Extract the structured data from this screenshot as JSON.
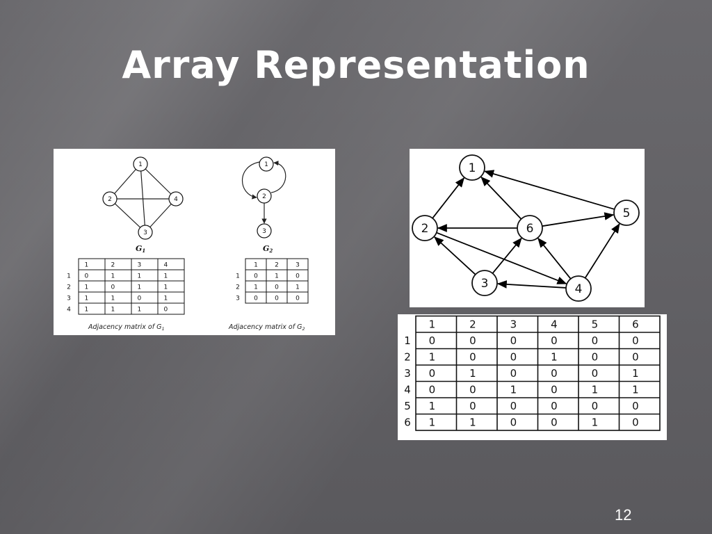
{
  "slide": {
    "title": "Array Representation",
    "page_number": "12"
  },
  "figure1": {
    "g1_label": "G",
    "g1_sub": "1",
    "g2_label": "G",
    "g2_sub": "2",
    "caption1_text": "Adjacency matrix of G",
    "caption1_sub": "1",
    "caption2_text": "Adjacency matrix of G",
    "caption2_sub": "2",
    "g1": {
      "nodes": [
        "1",
        "2",
        "3",
        "4"
      ],
      "edges": [
        [
          "1",
          "2"
        ],
        [
          "1",
          "3"
        ],
        [
          "1",
          "4"
        ],
        [
          "2",
          "3"
        ],
        [
          "2",
          "4"
        ],
        [
          "3",
          "4"
        ]
      ]
    },
    "g2": {
      "nodes": [
        "1",
        "2",
        "3"
      ],
      "edges": [
        [
          "1",
          "2"
        ],
        [
          "2",
          "1"
        ],
        [
          "2",
          "3"
        ]
      ]
    },
    "matrix1": {
      "col_headers": [
        "1",
        "2",
        "3",
        "4"
      ],
      "row_headers": [
        "1",
        "2",
        "3",
        "4"
      ],
      "rows": [
        [
          "0",
          "1",
          "1",
          "1"
        ],
        [
          "1",
          "0",
          "1",
          "1"
        ],
        [
          "1",
          "1",
          "0",
          "1"
        ],
        [
          "1",
          "1",
          "1",
          "0"
        ]
      ]
    },
    "matrix2": {
      "col_headers": [
        "1",
        "2",
        "3"
      ],
      "row_headers": [
        "1",
        "2",
        "3"
      ],
      "rows": [
        [
          "0",
          "1",
          "0"
        ],
        [
          "1",
          "0",
          "1"
        ],
        [
          "0",
          "0",
          "0"
        ]
      ]
    }
  },
  "figure2": {
    "nodes": [
      "1",
      "2",
      "3",
      "4",
      "5",
      "6"
    ],
    "edges": [
      [
        "2",
        "1"
      ],
      [
        "6",
        "1"
      ],
      [
        "5",
        "1"
      ],
      [
        "6",
        "2"
      ],
      [
        "6",
        "5"
      ],
      [
        "3",
        "2"
      ],
      [
        "3",
        "6"
      ],
      [
        "2",
        "4"
      ],
      [
        "4",
        "3"
      ],
      [
        "4",
        "6"
      ],
      [
        "4",
        "5"
      ]
    ]
  },
  "figure3": {
    "matrix": {
      "col_headers": [
        "1",
        "2",
        "3",
        "4",
        "5",
        "6"
      ],
      "row_headers": [
        "1",
        "2",
        "3",
        "4",
        "5",
        "6"
      ],
      "rows": [
        [
          "0",
          "0",
          "0",
          "0",
          "0",
          "0"
        ],
        [
          "1",
          "0",
          "0",
          "1",
          "0",
          "0"
        ],
        [
          "0",
          "1",
          "0",
          "0",
          "0",
          "1"
        ],
        [
          "0",
          "0",
          "1",
          "0",
          "1",
          "1"
        ],
        [
          "1",
          "0",
          "0",
          "0",
          "0",
          "0"
        ],
        [
          "1",
          "1",
          "0",
          "0",
          "1",
          "0"
        ]
      ]
    }
  }
}
